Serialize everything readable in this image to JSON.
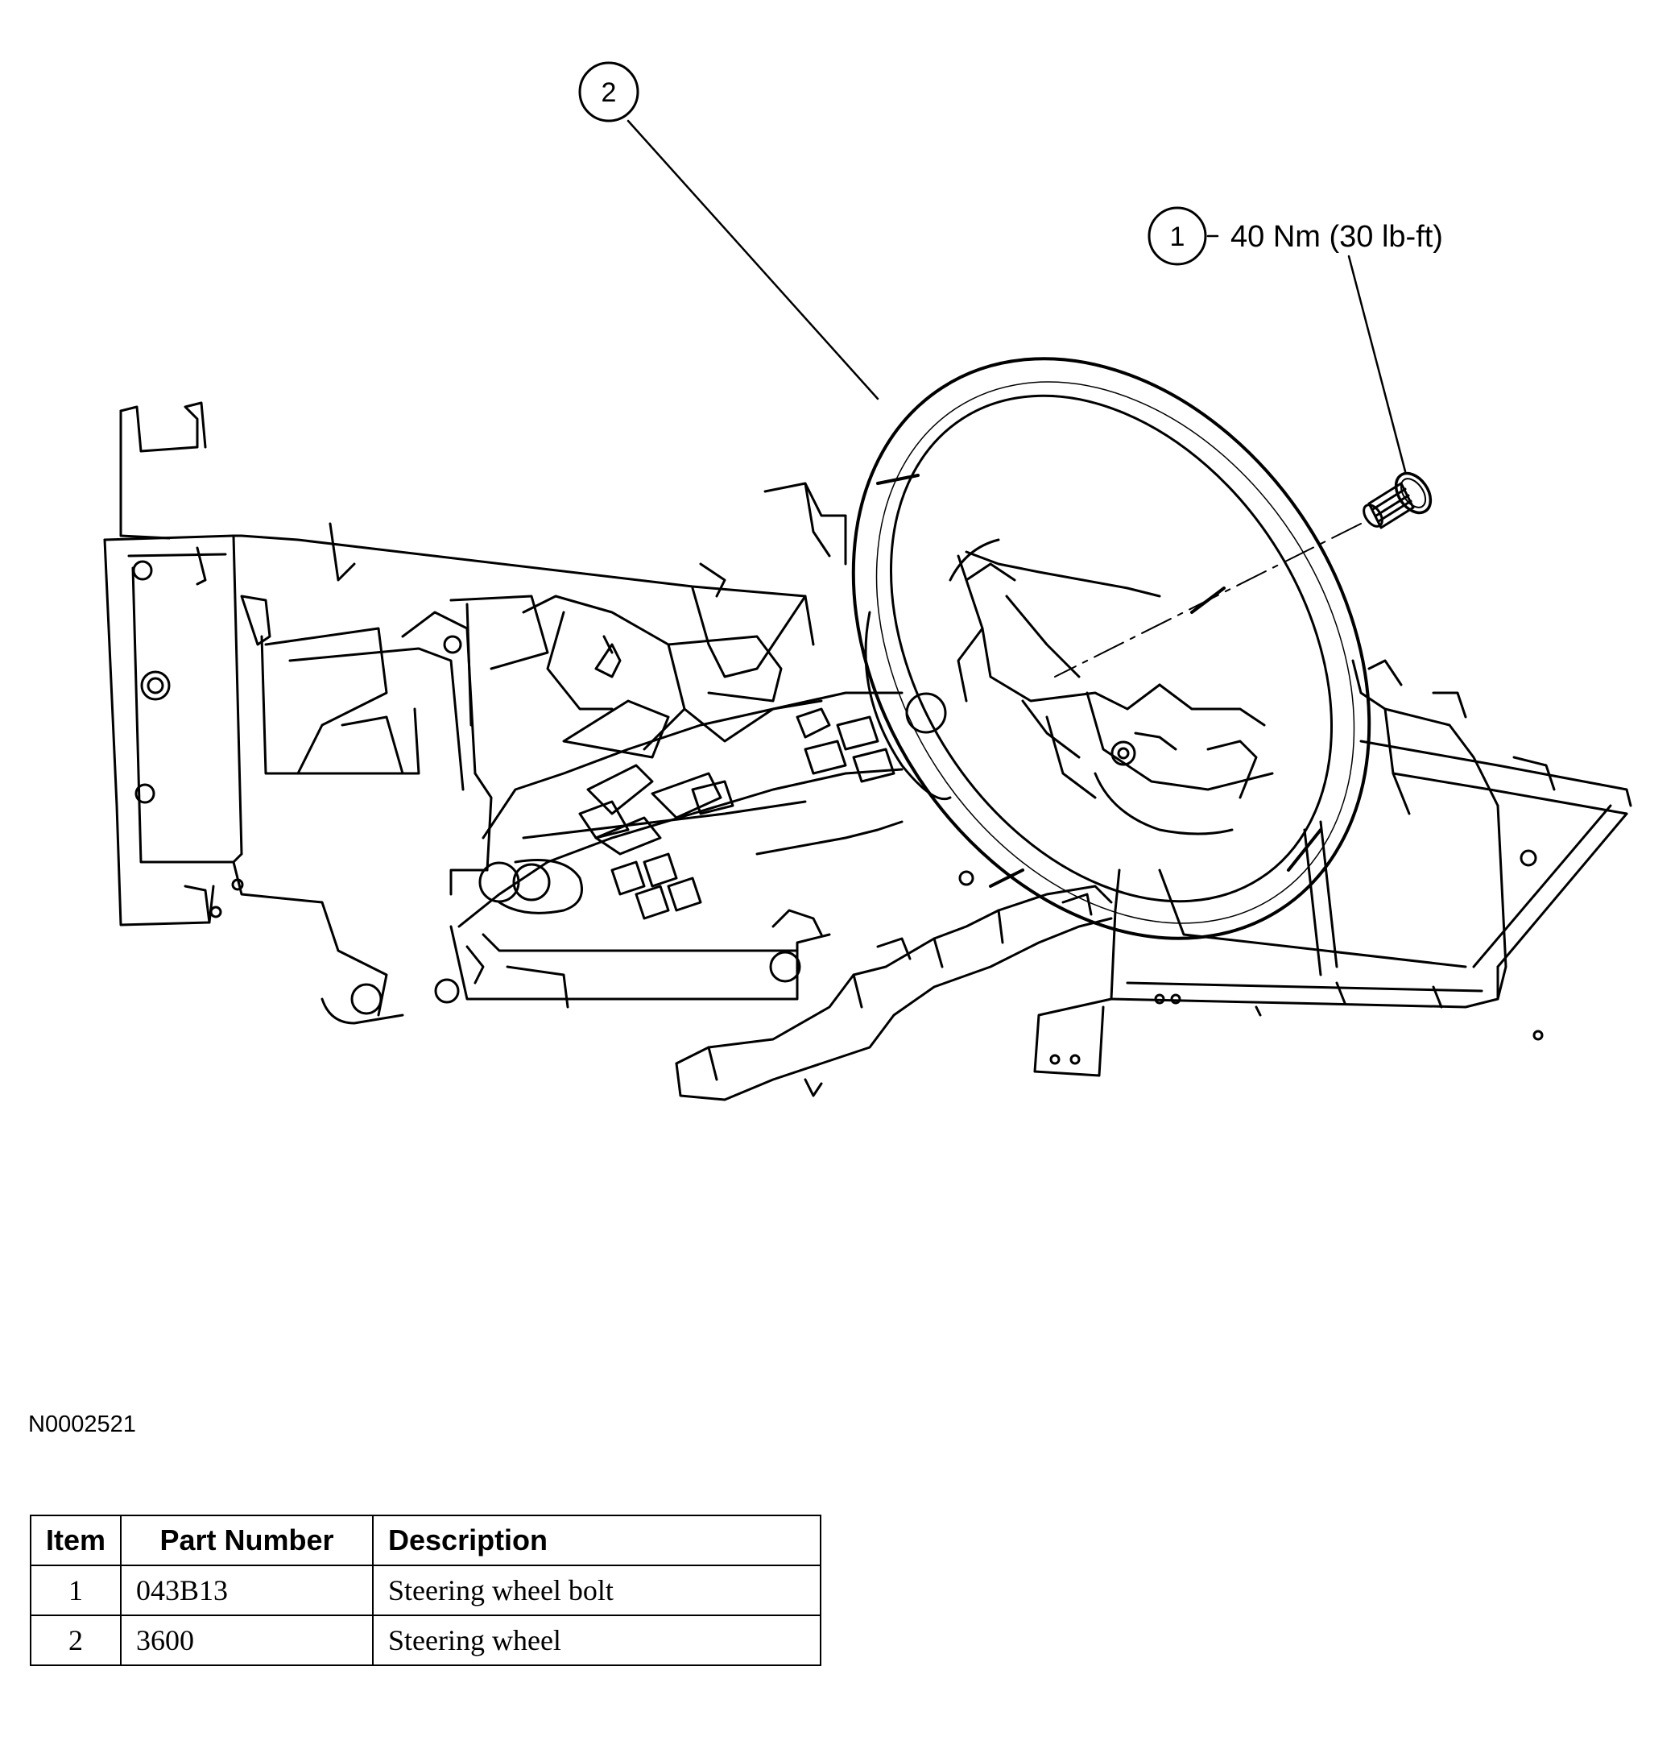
{
  "callouts": [
    {
      "number": "2"
    },
    {
      "number": "1",
      "torque": "40 Nm (30 lb-ft)"
    }
  ],
  "figure_id": "N0002521",
  "table": {
    "headers": [
      "Item",
      "Part Number",
      "Description"
    ],
    "rows": [
      {
        "item": "1",
        "part_number": "043B13",
        "description": "Steering wheel bolt"
      },
      {
        "item": "2",
        "part_number": "3600",
        "description": "Steering wheel"
      }
    ]
  }
}
